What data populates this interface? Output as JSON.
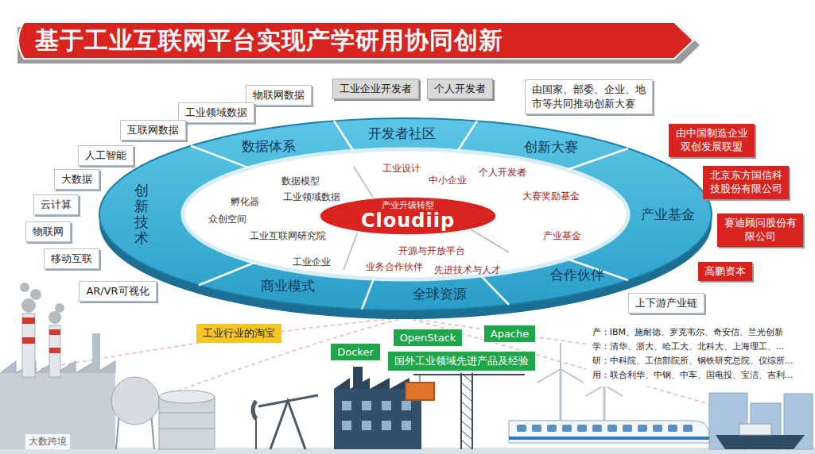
{
  "diagram": {
    "title": "基于工业互联网平台实现产学研用协同创新",
    "nodes": [
      {
        "text": [
          "工业企业开发者"
        ]
      },
      {
        "text": [
          "个人开发者"
        ]
      },
      {
        "text": [
          "由国家、部委、企业、地市等共同推动创新大赛"
        ]
      },
      {
        "text": [
          "物联网数据"
        ]
      },
      {
        "text": [
          "工业领域数据"
        ]
      },
      {
        "text": [
          "互联网数据"
        ]
      },
      {
        "text": [
          "人工智能"
        ]
      },
      {
        "text": [
          "大数据"
        ]
      },
      {
        "text": [
          "云计算"
        ]
      },
      {
        "text": [
          "物联网"
        ]
      },
      {
        "text": [
          "移动互联"
        ]
      },
      {
        "text": [
          "AR/VR可视化"
        ]
      },
      {
        "text": [
          "数据体系"
        ]
      },
      {
        "text": [
          "开发者社区"
        ]
      },
      {
        "text": [
          "创新大赛"
        ]
      },
      {
        "text": [
          "产业基金"
        ]
      },
      {
        "text": [
          "合作伙伴"
        ]
      },
      {
        "text": [
          "全球资源"
        ]
      },
      {
        "text": [
          "商业模式"
        ]
      },
      {
        "text": [
          "创新技术"
        ]
      },
      {
        "text": [
          "产业升级转型",
          "Cloudiip"
        ]
      },
      {
        "text": [
          "由中国制造企业双创发展联盟"
        ]
      },
      {
        "text": [
          "北京东方国信科技股份有限公司"
        ]
      },
      {
        "text": [
          "赛迪顾问股份有限公司"
        ]
      },
      {
        "text": [
          "高鹏资本"
        ]
      },
      {
        "text": [
          "上下游产业链"
        ]
      },
      {
        "text": [
          "工业行业的淘宝"
        ]
      },
      {
        "text": [
          "Docker"
        ]
      },
      {
        "text": [
          "OpenStack"
        ]
      },
      {
        "text": [
          "Apache"
        ]
      },
      {
        "text": [
          "国外工业领域先进产品及经验"
        ]
      },
      {
        "text": [
          "产：IBM、施耐德、罗克韦尔、奇安信、兰光创新",
          "学：清华、浙大、哈工大、北科大、上海理工、...",
          "研：中科院、工信部院所、钢铁研究总院、仪综所...",
          "用：联合利华、中钢、中车、国电投、宝洁、吉利..."
        ]
      }
    ],
    "labels": [
      "工业设计",
      "中小企业",
      "个人开发者",
      "大赛奖励基金",
      "产业基金",
      "先进技术与人才",
      "开源与开放平台",
      "业务合作伙伴",
      "工业企业",
      "工业互联网研究院",
      "众创空间",
      "孵化器",
      "数据模型",
      "工业领域数据",
      "大数跨境"
    ]
  }
}
